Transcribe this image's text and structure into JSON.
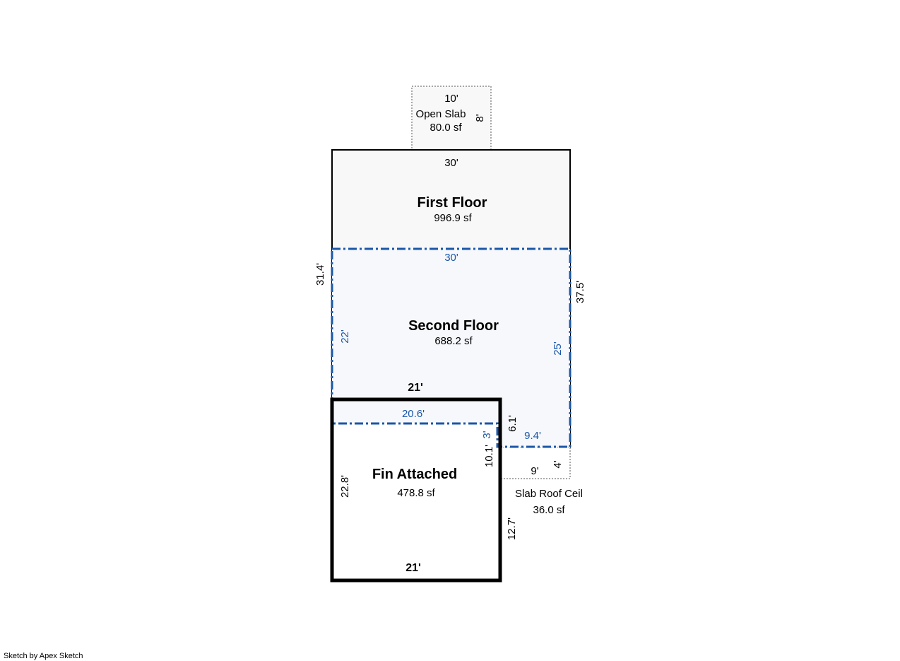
{
  "areas": {
    "open_slab": {
      "name": "Open Slab",
      "area": "80.0 sf",
      "width": "10'",
      "depth": "8'"
    },
    "first_floor": {
      "name": "First Floor",
      "area": "996.9 sf",
      "top": "30'",
      "left": "31.4'",
      "right": "37.5'"
    },
    "second_floor": {
      "name": "Second Floor",
      "area": "688.2 sf",
      "top": "30'",
      "left": "22'",
      "right": "25'",
      "step_bottom": "9.4'",
      "step_side": "3'",
      "bottom": "20.6'"
    },
    "fin_attached": {
      "name": "Fin Attached",
      "area": "478.8 sf",
      "top": "21'",
      "bottom": "21'",
      "left": "22.8'",
      "right_upper": "10.1'",
      "right_lower": "12.7'"
    },
    "slab_roof_ceil": {
      "name": "Slab Roof Ceil",
      "area": "36.0 sf",
      "width": "9'",
      "depth": "4'"
    },
    "misc": {
      "notch_side": "6.1'"
    }
  },
  "credit": "Sketch by Apex Sketch",
  "colors": {
    "outline": "#000000",
    "second_floor": "#1a56a8",
    "fill": "#f8f8f8"
  }
}
